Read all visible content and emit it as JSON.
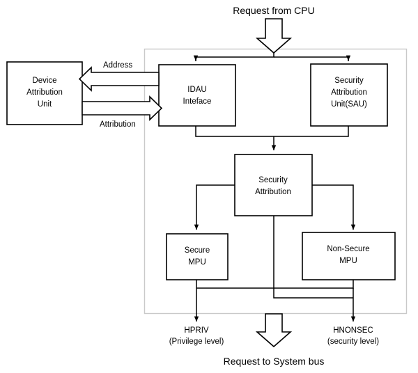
{
  "diagram": {
    "title": "Request to System bus",
    "top_caption": "Request from CPU",
    "bottom_caption": "Request to System bus",
    "container": {
      "name": "processor-boundary"
    },
    "nodes": [
      {
        "id": "dau",
        "lines": [
          "Device",
          "Attribution",
          "Unit"
        ]
      },
      {
        "id": "idau",
        "lines": [
          "IDAU",
          "Inteface"
        ]
      },
      {
        "id": "sau",
        "lines": [
          "Security",
          "Attribution",
          "Unit(SAU)"
        ]
      },
      {
        "id": "secattr",
        "lines": [
          "Security",
          "Attribution"
        ]
      },
      {
        "id": "smpu",
        "lines": [
          "Secure",
          "MPU"
        ]
      },
      {
        "id": "nsmpu",
        "lines": [
          "Non-Secure",
          "MPU"
        ]
      }
    ],
    "edge_labels": [
      {
        "id": "address",
        "text": "Address"
      },
      {
        "id": "attribution",
        "text": "Attribution"
      }
    ],
    "outputs": [
      {
        "id": "hpriv",
        "name": "HPRIV",
        "sub": "(Privilege level)"
      },
      {
        "id": "hnonsec",
        "name": "HNONSEC",
        "sub": "(security level)"
      }
    ],
    "colors": {
      "stroke": "#000000",
      "container_stroke": "#c9c9c9",
      "background": "#ffffff"
    }
  }
}
